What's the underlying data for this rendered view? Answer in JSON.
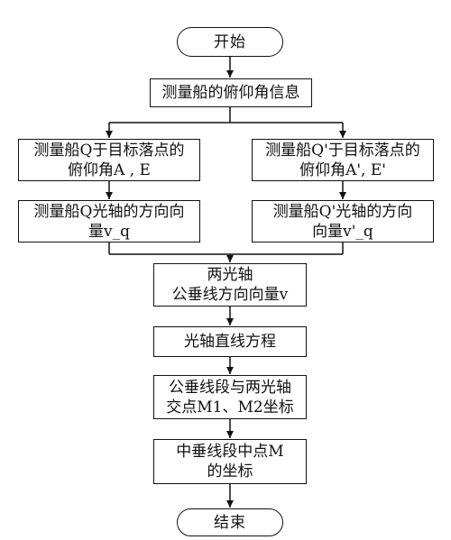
{
  "start": "开始",
  "step_info": "测量船的俯仰角信息",
  "left": {
    "angle_line1": "测量船Q于目标落点的",
    "angle_line2": "俯仰角A , E",
    "vec_line1": "测量船Q光轴的方向向",
    "vec_line2": "量v_q"
  },
  "right": {
    "angle_line1": "测量船Q'于目标落点的",
    "angle_line2": "俯仰角A', E'",
    "vec_line1": "测量船Q'光轴的方向",
    "vec_line2": "向量v'_q"
  },
  "common": {
    "line1": "两光轴",
    "line2": "公垂线方向向量v"
  },
  "equation": "光轴直线方程",
  "intersect": {
    "line1": "公垂线段与两光轴",
    "line2": "交点M1、M2坐标"
  },
  "midpoint": {
    "line1": "中垂线段中点M",
    "line2": "的坐标"
  },
  "end": "结束"
}
